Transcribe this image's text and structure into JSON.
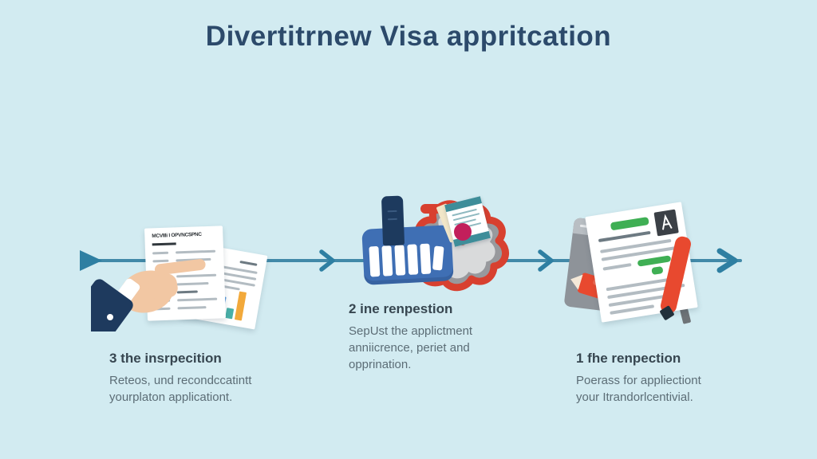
{
  "title": "Divertitrnew Visa appritcation",
  "colors": {
    "background": "#d2ebf1",
    "title": "#2c4a6b",
    "timeline": "#4189a8",
    "arrow": "#2e7fa2",
    "heading": "#374650",
    "body_text": "#5c6d76",
    "navy": "#1e3a5e",
    "machine_blue": "#3f6fb4",
    "red": "#e8492f",
    "stamp_crimson": "#c21f5b",
    "booklet_teal": "#3e8d99",
    "doc_green": "#3faf54",
    "tablet_gray": "#8e9399",
    "skin": "#f2c7a3",
    "bar_colors": [
      "#4db6c4",
      "#6fbf4f",
      "#e05a5a",
      "#4a90d9",
      "#49b0a8",
      "#f2a93b"
    ]
  },
  "timeline": {
    "arrows": [
      "triangle-right",
      "chevron-right",
      "chevron-right",
      "chevron-right"
    ]
  },
  "steps": [
    {
      "heading": "3 the insrpecition",
      "body": "Reteos, und recondccatintt\nyourplaton applicationt.",
      "illustration": "hand-pointing-at-documents",
      "doc_header": "MCVIIli I OPVNCSPNC"
    },
    {
      "heading": "2 ine renpestion",
      "body": "SepUst the applictment\nanniicrence, periet and\nopprination.",
      "illustration": "stamp-machine-and-passport"
    },
    {
      "heading": "1 fhe renpection",
      "body": "Poerass for appliectiont\nyour Itrandorlcentivial.",
      "illustration": "approved-document-pen-tablet"
    }
  ]
}
